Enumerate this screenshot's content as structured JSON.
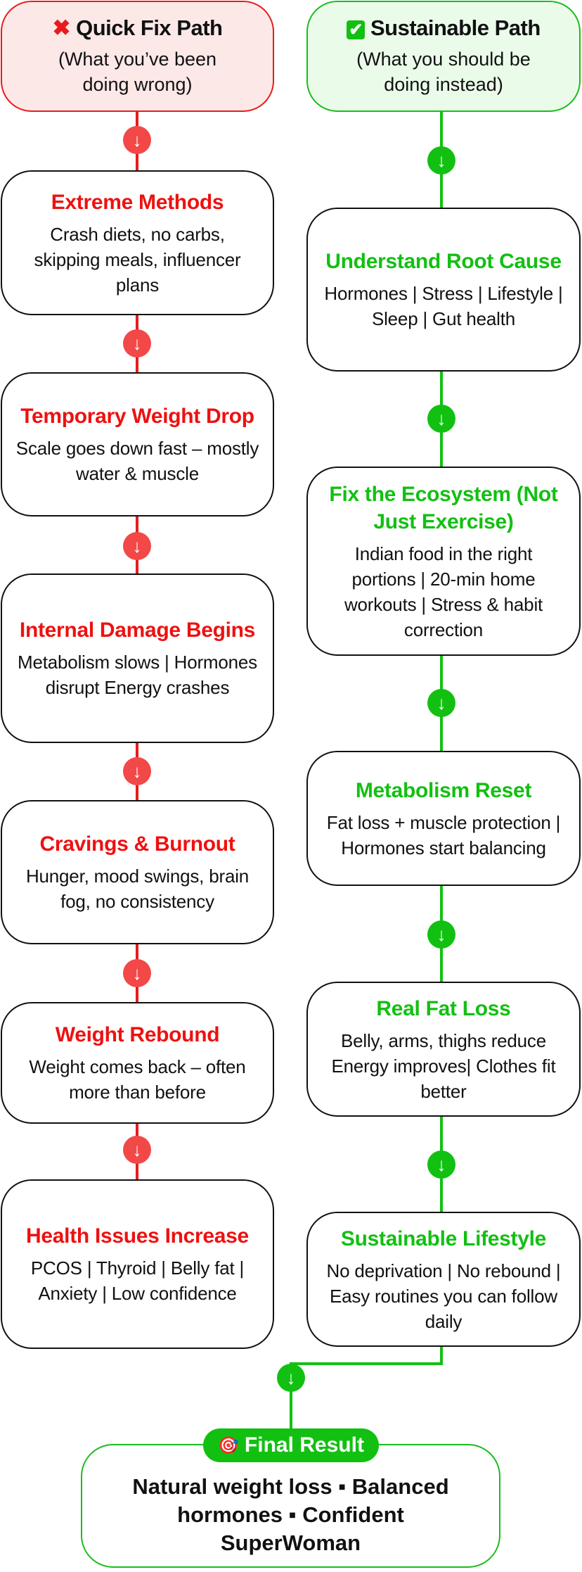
{
  "quick_fix": {
    "icon": "cross-mark-icon",
    "icon_glyph": "✖",
    "title": "Quick Fix Path",
    "subtitle": "(What you’ve been doing wrong)",
    "steps": [
      {
        "title": "Extreme Methods",
        "body": "Crash diets, no carbs, skipping meals, influencer plans"
      },
      {
        "title": "Temporary Weight Drop",
        "body": "Scale goes down fast – mostly water & muscle"
      },
      {
        "title": "Internal Damage Begins",
        "body": "Metabolism slows | Hormones disrupt Energy crashes"
      },
      {
        "title": "Cravings & Burnout",
        "body": "Hunger, mood swings, brain fog, no consistency"
      },
      {
        "title": "Weight Rebound",
        "body": "Weight comes back – often more than before"
      },
      {
        "title": "Health Issues Increase",
        "body": "PCOS | Thyroid | Belly fat | Anxiety | Low confidence"
      }
    ]
  },
  "sustainable": {
    "icon": "check-mark-icon",
    "icon_glyph": "✔",
    "title": "Sustainable Path",
    "subtitle": "(What you should be doing instead)",
    "steps": [
      {
        "title": "Understand Root Cause",
        "body": "Hormones | Stress | Lifestyle | Sleep  | Gut health"
      },
      {
        "title": "Fix the Ecosystem (Not Just Exercise)",
        "body": "Indian food in the right portions |  20-min home workouts | Stress & habit correction"
      },
      {
        "title": "Metabolism Reset",
        "body": "Fat loss + muscle protection | Hormones start balancing"
      },
      {
        "title": "Real Fat Loss",
        "body": "Belly, arms, thighs reduce Energy improves| Clothes fit better"
      },
      {
        "title": "Sustainable Lifestyle",
        "body": "No deprivation | No rebound | Easy routines you can follow daily"
      }
    ]
  },
  "final": {
    "badge_icon": "target-icon",
    "badge_glyph": "🎯",
    "badge_label": "Final Result",
    "text": "Natural weight loss ▪ Balanced hormones ▪ Confident SuperWoman"
  },
  "arrow_glyph": "↓",
  "colors": {
    "red": "#e81c1c",
    "red_circle": "#f24848",
    "green": "#12c012",
    "red_bg": "#fde8e8",
    "green_bg": "#eafbea"
  }
}
